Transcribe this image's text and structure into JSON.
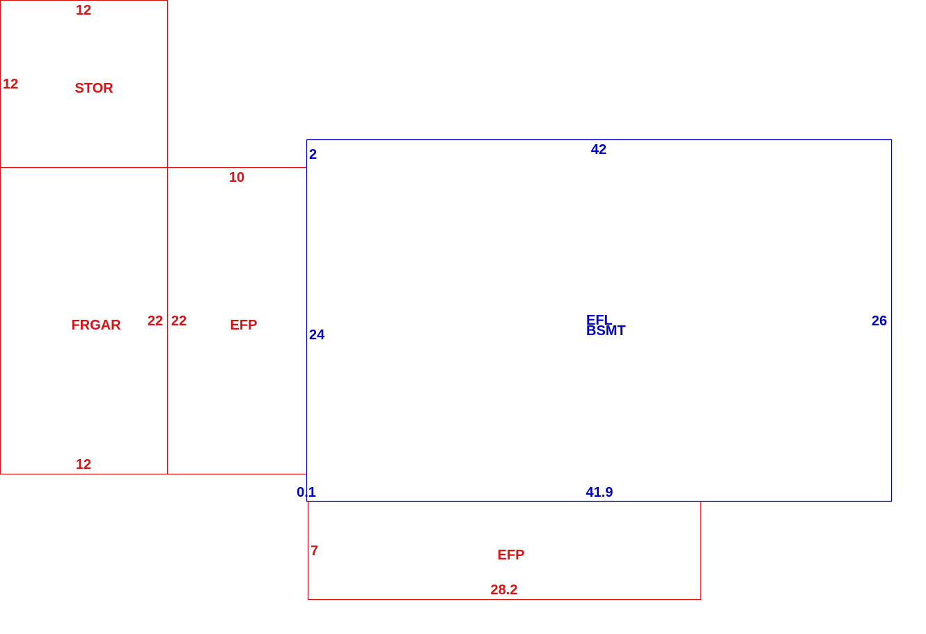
{
  "colors": {
    "red": "#dd1111",
    "blue": "#0000cc",
    "background": "#ffffff"
  },
  "areas": {
    "stor": {
      "label": "STOR",
      "top": "12",
      "left": "12"
    },
    "frgar": {
      "label": "FRGAR",
      "right": "22",
      "bottom": "12"
    },
    "efp_left": {
      "label": "EFP",
      "top": "10",
      "left": "22"
    },
    "main": {
      "label_line1": "EFL",
      "label_line2": "BSMT",
      "top": "42",
      "corner": "2",
      "left": "24",
      "right": "26",
      "bottom": "41.9",
      "offset": "0.1"
    },
    "efp_bottom": {
      "label": "EFP",
      "left": "7",
      "bottom": "28.2"
    }
  }
}
